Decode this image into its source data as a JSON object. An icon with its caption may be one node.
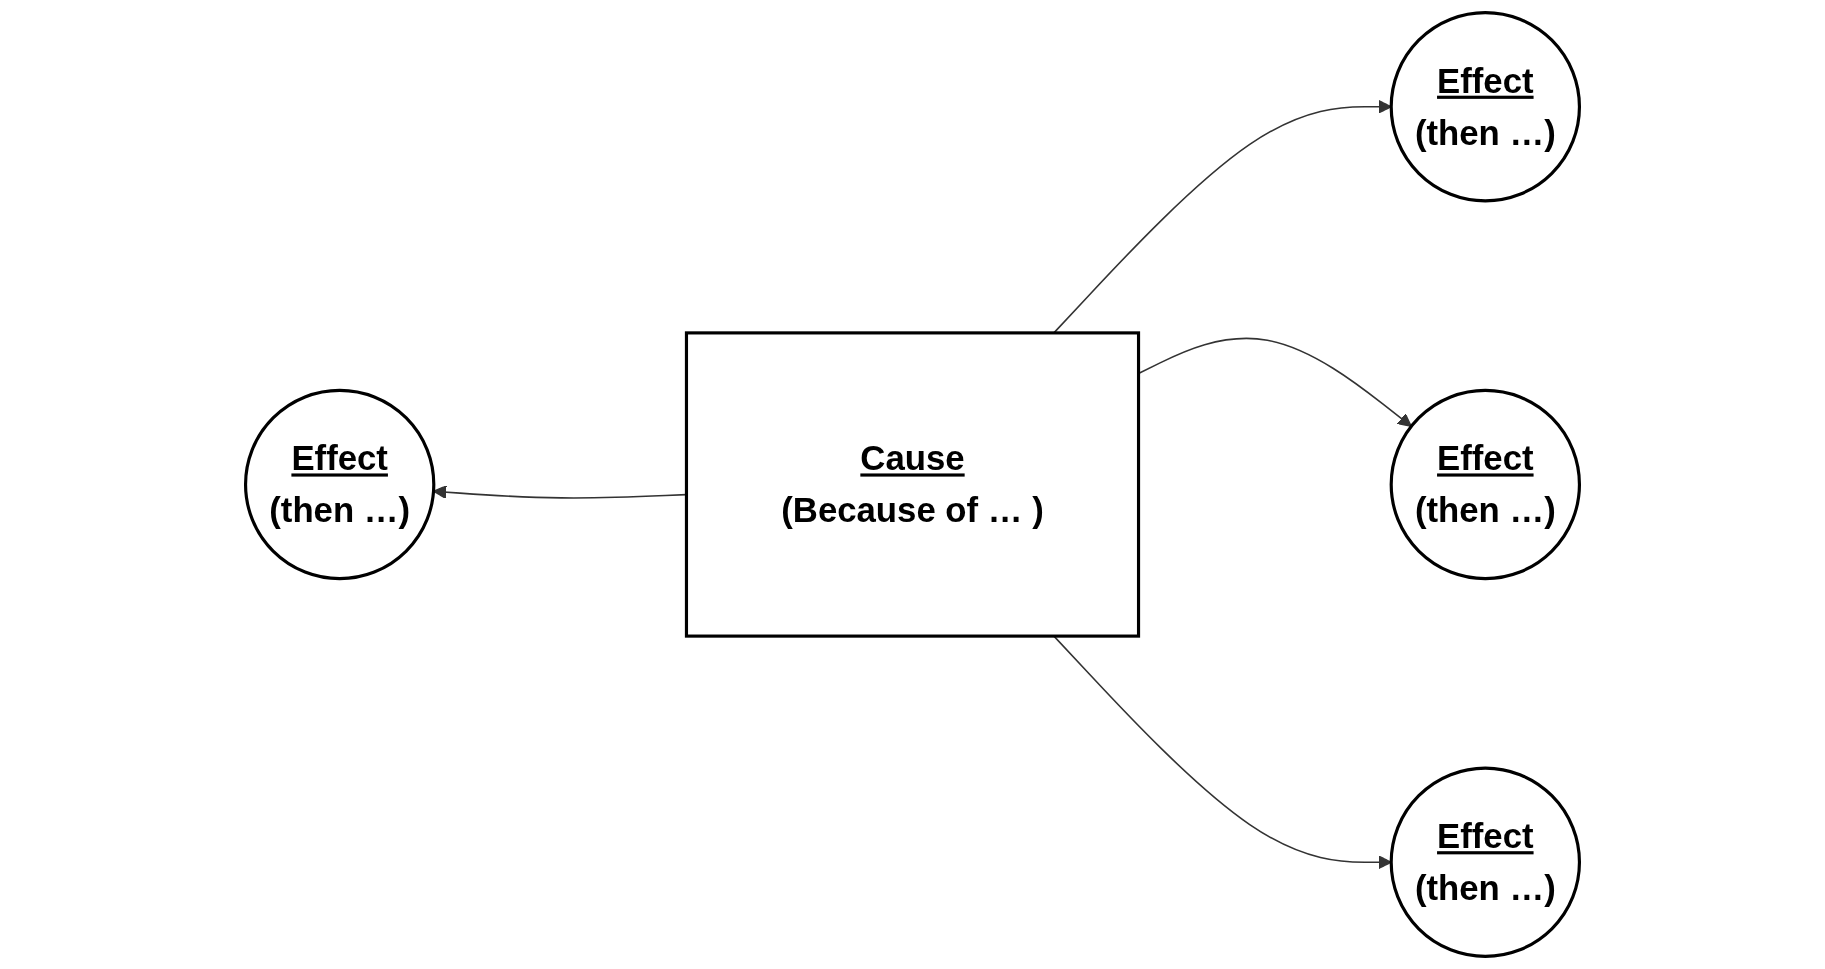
{
  "diagram": {
    "nodes": [
      {
        "text": [
          "Effect",
          "(then …)"
        ]
      },
      {
        "text": [
          "Effect",
          "(then …)"
        ]
      },
      {
        "text": [
          "Cause",
          "(Because of … )"
        ]
      },
      {
        "text": [
          "Effect",
          "(then …)"
        ]
      },
      {
        "text": [
          "Effect",
          "(then …)"
        ]
      }
    ],
    "edges": [
      {
        "from": 2,
        "to": 0,
        "arrow": "to"
      },
      {
        "from": 2,
        "to": 1,
        "arrow": "to"
      },
      {
        "from": 2,
        "to": 3,
        "arrow": "to"
      },
      {
        "from": 2,
        "to": 4,
        "arrow": "to"
      }
    ]
  }
}
